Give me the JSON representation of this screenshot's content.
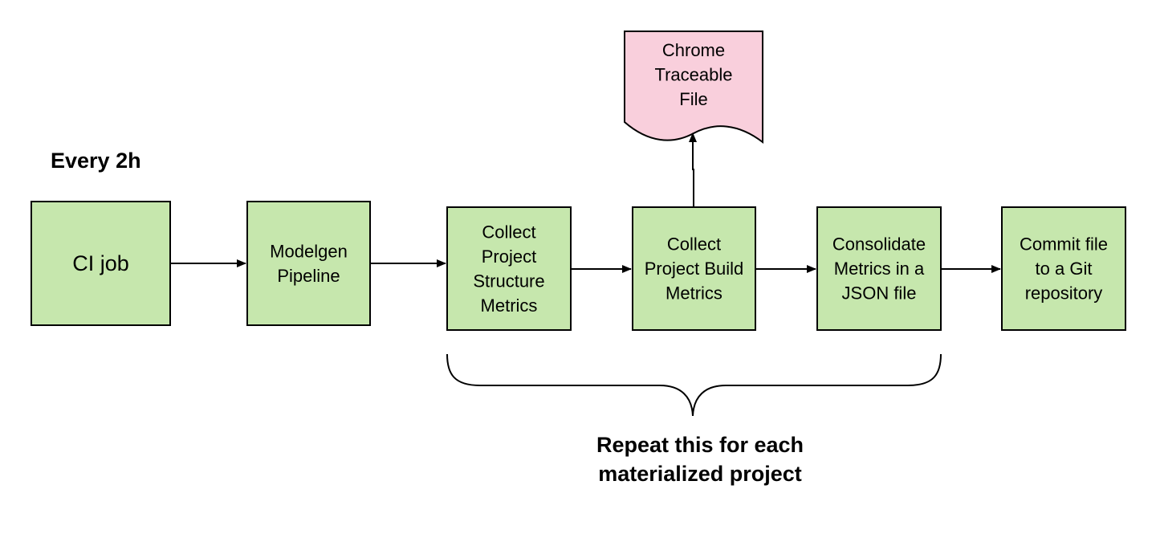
{
  "colors": {
    "process_fill": "#c6e7ad",
    "document_fill": "#f9cfdc",
    "stroke": "#000000"
  },
  "schedule_label": "Every 2h",
  "steps": [
    {
      "id": "ci-job",
      "lines": [
        "CI job"
      ]
    },
    {
      "id": "modelgen-pipeline",
      "lines": [
        "Modelgen",
        "Pipeline"
      ]
    },
    {
      "id": "collect-structure-metrics",
      "lines": [
        "Collect",
        "Project",
        "Structure",
        "Metrics"
      ]
    },
    {
      "id": "collect-build-metrics",
      "lines": [
        "Collect",
        "Project Build",
        "Metrics"
      ]
    },
    {
      "id": "consolidate-metrics",
      "lines": [
        "Consolidate",
        "Metrics in a",
        "JSON file"
      ]
    },
    {
      "id": "commit-file",
      "lines": [
        "Commit file",
        "to a Git",
        "repository"
      ]
    }
  ],
  "output_document": {
    "lines": [
      "Chrome",
      "Traceable",
      "File"
    ]
  },
  "repeat_note": {
    "lines": [
      "Repeat this for each",
      "materialized project"
    ]
  }
}
